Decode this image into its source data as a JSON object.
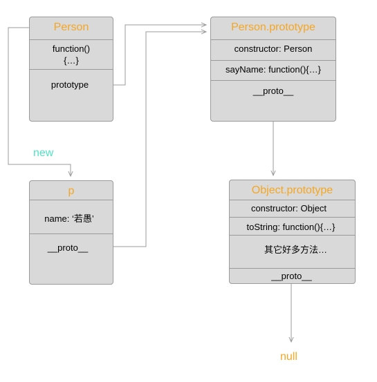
{
  "boxes": {
    "person": {
      "title": "Person",
      "rows": [
        "function()",
        "{…}",
        "prototype"
      ]
    },
    "person_prototype": {
      "title": "Person.prototype",
      "rows": [
        "constructor: Person",
        "sayName: function(){…}",
        "__proto__"
      ]
    },
    "p": {
      "title": "p",
      "rows": [
        "name: ‘若愚’",
        "__proto__"
      ]
    },
    "object_prototype": {
      "title": "Object.prototype",
      "rows": [
        "constructor: Object",
        "toString: function(){…}",
        "其它好多方法…",
        "__proto__"
      ]
    }
  },
  "labels": {
    "new": "new",
    "null": "null"
  },
  "colors": {
    "title": "#f5a623",
    "new": "#50e3c2",
    "null": "#f5a623",
    "box": "#d9d9d9",
    "line": "#9b9b9b"
  }
}
